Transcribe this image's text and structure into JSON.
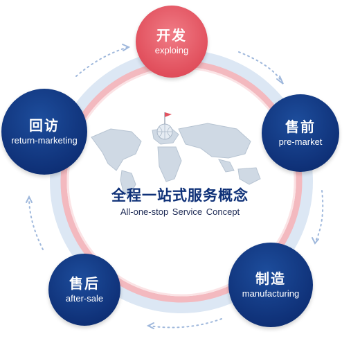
{
  "diagram": {
    "title": "全程一站式服务概念",
    "subtitle": "All-one-stop  Service  Concept",
    "nodes": {
      "exploring": {
        "zh": "开发",
        "en": "exploing"
      },
      "pre_market": {
        "zh": "售前",
        "en": "pre-market"
      },
      "manufacturing": {
        "zh": "制造",
        "en": "manufacturing"
      },
      "after_sale": {
        "zh": "售后",
        "en": "after-sale"
      },
      "return_marketing": {
        "zh": "回访",
        "en": "return-marketing"
      }
    }
  },
  "colors": {
    "node_blue": "#0f3178",
    "node_red": "#e2525f",
    "ring_outer": "#d6e3f3",
    "ring_inner": "#f2b5bb",
    "arrow": "#9fb8dc",
    "map": "#cdd7e2"
  }
}
